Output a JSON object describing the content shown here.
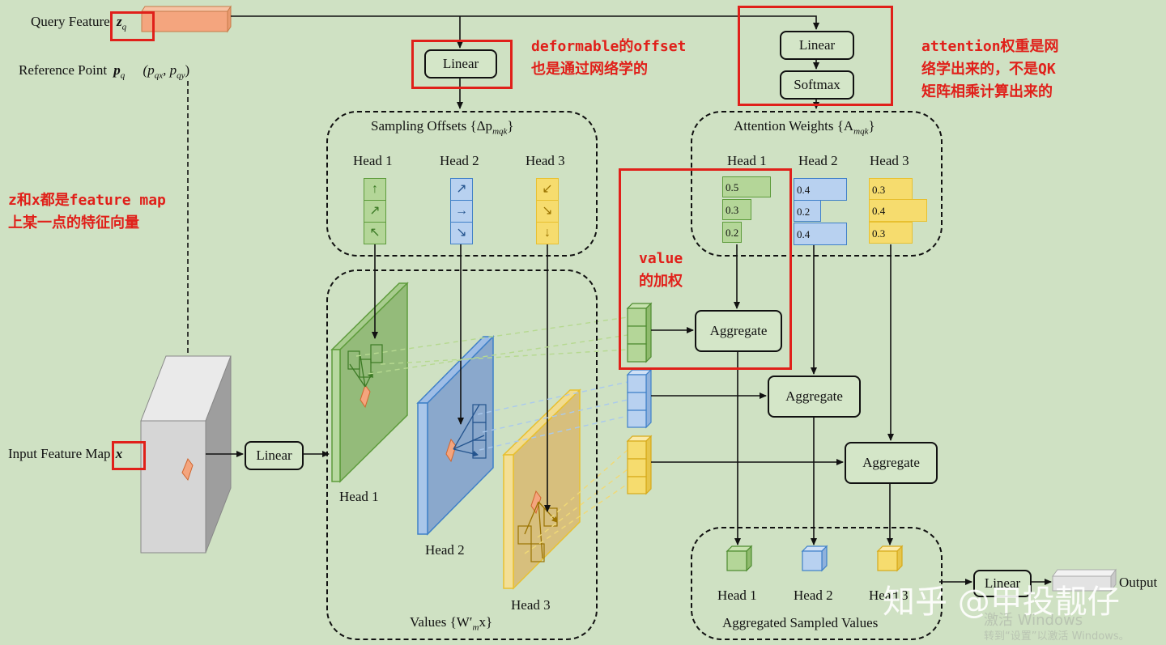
{
  "query_feature": "Query Feature",
  "query_sym": "z",
  "query_sub": "q",
  "reference_point": "Reference Point",
  "ref_sym": "p",
  "ref_sub": "q",
  "ref_coords": "(p",
  "ref_c1": "qx",
  "ref_sep": ", p",
  "ref_c2": "qy",
  "ref_close": ")",
  "input_feature_map": "Input Feature Map",
  "input_sym": "x",
  "linear_offsets": "Linear",
  "linear_attn": "Linear",
  "softmax": "Softmax",
  "linear_input": "Linear",
  "linear_output": "Linear",
  "sampling_offsets": "Sampling Offsets {Δp",
  "sampling_sub": "mqk",
  "sampling_close": "}",
  "attention_weights": "Attention Weights {A",
  "attention_sub": "mqk",
  "attention_close": "}",
  "values_label": "Values {W′",
  "values_sub": "m",
  "values_rest": "x}",
  "aggregated_label": "Aggregated Sampled Values",
  "output_label": "Output",
  "heads": [
    "Head 1",
    "Head 2",
    "Head 3"
  ],
  "aggregate": "Aggregate",
  "weights": {
    "head1": [
      "0.5",
      "0.3",
      "0.2"
    ],
    "head2": [
      "0.4",
      "0.2",
      "0.4"
    ],
    "head3": [
      "0.3",
      "0.4",
      "0.3"
    ]
  },
  "annotations": {
    "offset_line1": "deformable的offset",
    "offset_line2": "也是通过网络学的",
    "attn_line1": "attention权重是网",
    "attn_line2": "络学出来的，不是QK",
    "attn_line3": "矩阵相乘计算出来的",
    "zx_line1": "z和x都是feature map",
    "zx_line2": "上某一点的特征向量",
    "value_line1": "value",
    "value_line2": "的加权"
  },
  "watermark": {
    "zhihu": "知乎 @甲投靓仔",
    "win1": "激活 Windows",
    "win2": "转到“设置”以激活 Windows。"
  },
  "colors": {
    "background": "#cfe1c3",
    "green": "#5e9c3c",
    "blue": "#3f80c8",
    "yellow": "#e8c030",
    "orange": "#f4a57e",
    "red": "#e0201a"
  }
}
